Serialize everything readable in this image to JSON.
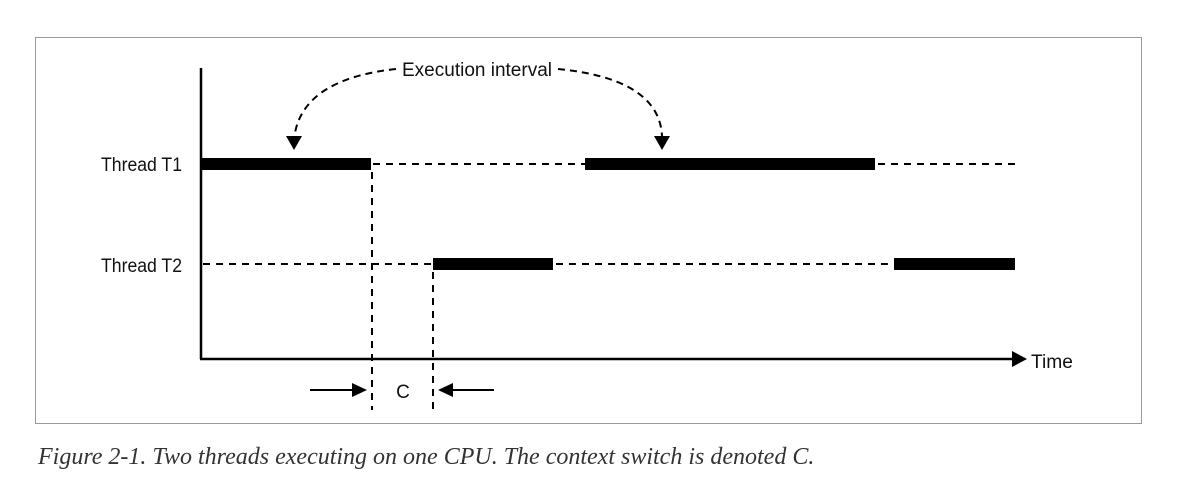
{
  "diagram": {
    "annotation_label": "Execution interval",
    "row_labels": [
      "Thread T1",
      "Thread T2"
    ],
    "axis_label": "Time",
    "context_switch_label": "C"
  },
  "caption": "Figure 2-1. Two threads executing on one CPU. The context switch is denoted C."
}
